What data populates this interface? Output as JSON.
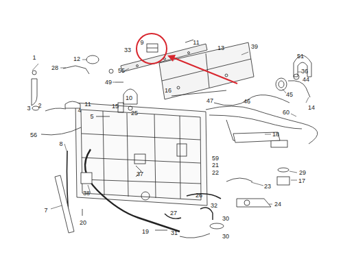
{
  "diagram": {
    "labels": [
      "9",
      "11",
      "13",
      "39",
      "51",
      "1",
      "12",
      "33",
      "28",
      "55",
      "36",
      "44",
      "45",
      "49",
      "10",
      "16",
      "14",
      "47",
      "46",
      "11",
      "15",
      "25",
      "5",
      "3",
      "2",
      "4",
      "60",
      "56",
      "18",
      "8",
      "59",
      "21",
      "22",
      "37",
      "38",
      "29",
      "17",
      "23",
      "26",
      "24",
      "32",
      "7",
      "20",
      "27",
      "30",
      "19",
      "31",
      "30"
    ]
  }
}
